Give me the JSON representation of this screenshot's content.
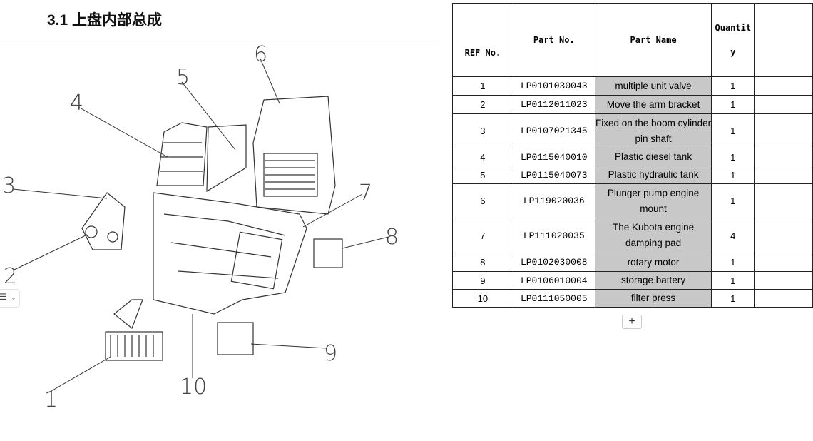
{
  "title": "3.1 上盘内部总成",
  "drawing": {
    "callouts": [
      "1",
      "2",
      "3",
      "4",
      "5",
      "6",
      "7",
      "8",
      "9",
      "10"
    ]
  },
  "toolbar_fragment": {
    "icon": "align-icon",
    "dropdown": "chevron-down-icon"
  },
  "table": {
    "headers": [
      "REF No.",
      "Part No.",
      "Part Name",
      "Quantit y",
      ""
    ],
    "rows": [
      {
        "ref": "1",
        "part_no": "LP0101030043",
        "name": "multiple unit valve",
        "qty": "1"
      },
      {
        "ref": "2",
        "part_no": "LP0112011023",
        "name": "Move the arm bracket",
        "qty": "1"
      },
      {
        "ref": "3",
        "part_no": "LP0107021345",
        "name": "Fixed on the boom cylinder pin shaft",
        "qty": "1"
      },
      {
        "ref": "4",
        "part_no": "LP0115040010",
        "name": "Plastic diesel tank",
        "qty": "1"
      },
      {
        "ref": "5",
        "part_no": "LP0115040073",
        "name": "Plastic hydraulic tank",
        "qty": "1"
      },
      {
        "ref": "6",
        "part_no": "LP119020036",
        "name": "Plunger pump engine mount",
        "qty": "1"
      },
      {
        "ref": "7",
        "part_no": "LP111020035",
        "name": "The Kubota engine damping pad",
        "qty": "4"
      },
      {
        "ref": "8",
        "part_no": "LP0102030008",
        "name": "rotary motor",
        "qty": "1"
      },
      {
        "ref": "9",
        "part_no": "LP0106010004",
        "name": "storage battery",
        "qty": "1"
      },
      {
        "ref": "10",
        "part_no": "LP0111050005",
        "name": "filter press",
        "qty": "1"
      }
    ],
    "add_label": "+"
  }
}
